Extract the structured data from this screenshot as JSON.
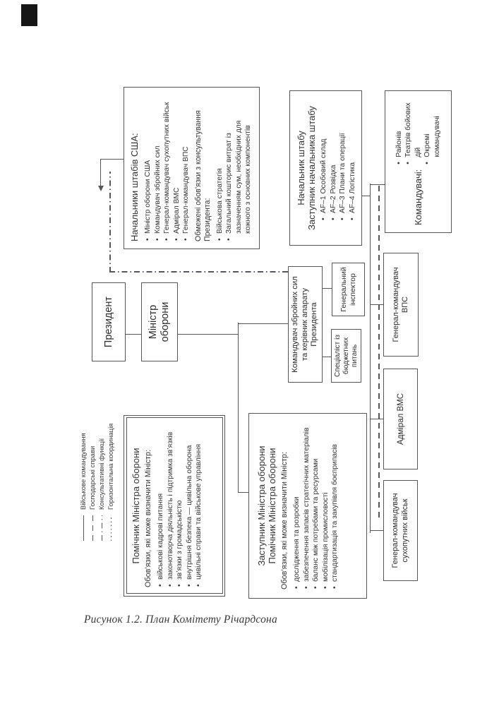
{
  "page": {
    "caption": "Рисунок 1.2. План Комітету Річардсона"
  },
  "colors": {
    "line": "#55555a",
    "text": "#333336",
    "corner_tab": "#161616"
  },
  "legend": {
    "items": [
      {
        "style": "solid",
        "label": "Військове командування"
      },
      {
        "style": "dashed",
        "label": "Господарські справи"
      },
      {
        "style": "dashdot",
        "label": "Консультативні функції"
      },
      {
        "style": "dotted",
        "label": "Горизонтальна координація"
      }
    ]
  },
  "boxes": {
    "president": {
      "title": "Президент"
    },
    "minister": {
      "title": "Міністр оборони"
    },
    "jcs": {
      "title": "Начальники штабів США:",
      "bullets": [
        "Міністр оборони США",
        "Командувач збройних сил",
        "Генерал-командувач сухопутних військ",
        "Адмірал ВМС",
        "Генерал-командувач ВПС"
      ],
      "section_title": "Обмежені обов’язки з консультування Президента:",
      "section_bullets": [
        "Військова стратегія",
        "Загальний кошторис витрат із зазначенням сум, необхідних для кожного з основних компонентів"
      ]
    },
    "chief_of_staff": {
      "title_lines": [
        "Начальник штабу",
        "Заступник начальника штабу"
      ],
      "bullets": [
        "AF–1 Особовий склад",
        "AF–2 Розвідка",
        "AF–3 Плани та операції",
        "AF–4 Логістика"
      ]
    },
    "commanders": {
      "title": "Командувачі:",
      "bullets": [
        "Районів",
        "Театрів бойових дій",
        "Окремі командувачі"
      ]
    },
    "assistant_minister": {
      "title": "Помічник Міністра оборони",
      "subtitle": "Обов’язки, які може визначити Міністр:",
      "bullets": [
        "військові кадрові питання",
        "законотворча діяльність і підтримка зв’язків",
        "зв’язки з громадськістю",
        "внутрішня безпека — цивільна оборона",
        "цивільні справи та військове управління"
      ]
    },
    "deputy_minister": {
      "title_lines": [
        "Заступник Міністра оборони",
        "Помічник Міністра оборони"
      ],
      "subtitle": "Обов’язки, які може визначити Міністр:",
      "bullets": [
        "дослідження та розробки",
        "забезпечення запасів стратегічних матеріалів",
        "баланс між потребами та ресурсами",
        "мобілізація промисловості",
        "стандартизація та закупівля боєприпасів"
      ]
    },
    "armed_forces_commander": {
      "title": "Командувач збройних сил та керівник апарату Президента"
    },
    "budget_specialist": {
      "title": "Спеціаліст із бюджетних питань"
    },
    "inspector_general": {
      "title": "Генеральний інспектор"
    },
    "army_commander": {
      "title": "Генерал-командувач сухопутних військ"
    },
    "navy_admiral": {
      "title": "Адмірал ВМС"
    },
    "air_force_commander": {
      "title": "Генерал-командувач ВПС"
    }
  }
}
